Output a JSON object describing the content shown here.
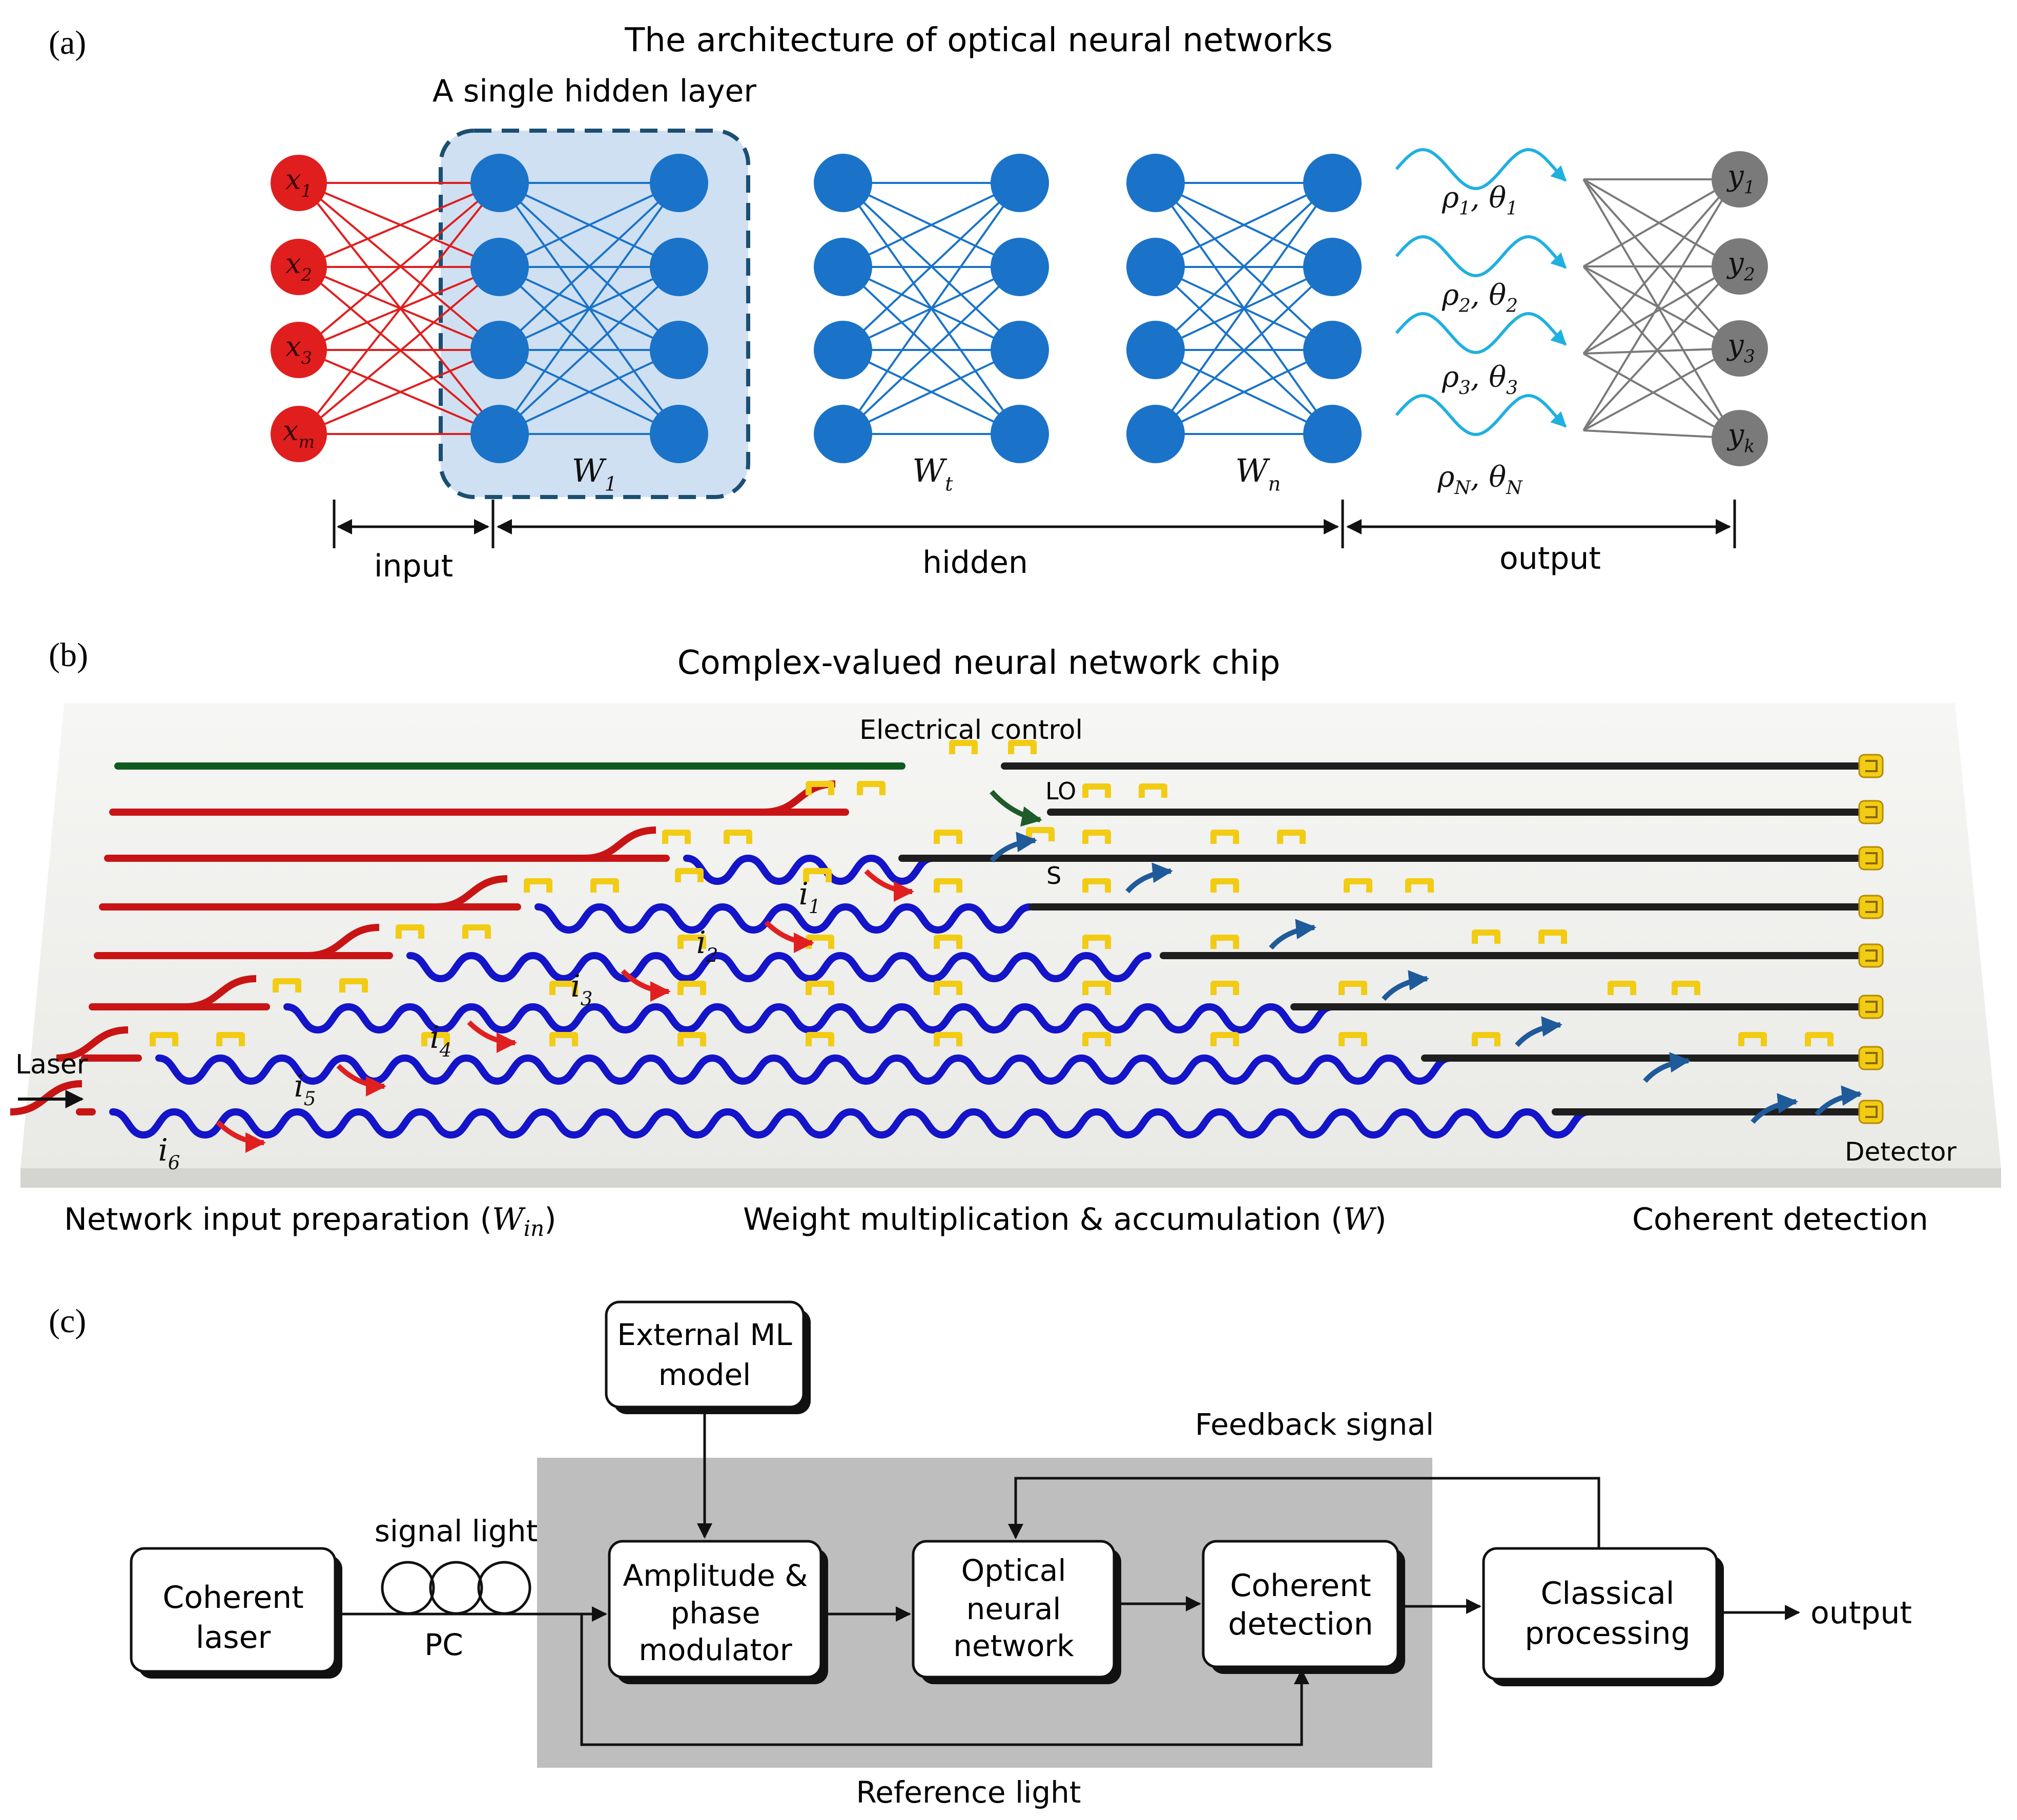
{
  "panel_a": {
    "tag": "(a)",
    "title": "The architecture of optical neural networks",
    "hidden_box_label": "A single hidden layer",
    "inputs": [
      {
        "sym": "x",
        "sub": "1"
      },
      {
        "sym": "x",
        "sub": "2"
      },
      {
        "sym": "x",
        "sub": "3"
      },
      {
        "sym": "x",
        "sub": "m"
      }
    ],
    "outputs": [
      {
        "sym": "y",
        "sub": "1"
      },
      {
        "sym": "y",
        "sub": "2"
      },
      {
        "sym": "y",
        "sub": "3"
      },
      {
        "sym": "y",
        "sub": "k"
      }
    ],
    "weights": [
      {
        "sym": "W",
        "sub": "1"
      },
      {
        "sym": "W",
        "sub": "t"
      },
      {
        "sym": "W",
        "sub": "n"
      }
    ],
    "wave_labels": [
      {
        "rho": "ρ",
        "theta": "θ",
        "sub": "1"
      },
      {
        "rho": "ρ",
        "theta": "θ",
        "sub": "2"
      },
      {
        "rho": "ρ",
        "theta": "θ",
        "sub": "3"
      },
      {
        "rho": "ρ",
        "theta": "θ",
        "sub": "N"
      }
    ],
    "spans": {
      "input": "input",
      "hidden": "hidden",
      "output": "output"
    },
    "colors": {
      "input": "#e01e1e",
      "hidden": "#1a73c8",
      "output": "#7a7a7a",
      "wave": "#1fb0e0"
    }
  },
  "panel_b": {
    "tag": "(b)",
    "title": "Complex-valued neural network chip",
    "electrical_control": "Electrical control",
    "lo": "LO",
    "s": "S",
    "laser": "Laser",
    "detector": "Detector",
    "currents": [
      {
        "sym": "i",
        "sub": "1"
      },
      {
        "sym": "i",
        "sub": "2"
      },
      {
        "sym": "i",
        "sub": "3"
      },
      {
        "sym": "i",
        "sub": "4"
      },
      {
        "sym": "i",
        "sub": "5"
      },
      {
        "sym": "i",
        "sub": "6"
      }
    ],
    "caption_left": {
      "text": "Network input preparation (",
      "sym": "W",
      "sub": "in",
      "close": ")"
    },
    "caption_mid": {
      "text": "Weight multiplication & accumulation (",
      "sym": "W",
      "close": ")"
    },
    "caption_right": "Coherent detection",
    "colors": {
      "prep": "#c81414",
      "weights": "#1414c8",
      "detection": "#1e1e1e",
      "lo": "#0f5a1e",
      "heater": "#f2cc14"
    }
  },
  "panel_c": {
    "tag": "(c)",
    "external_model": [
      "External ML",
      "model"
    ],
    "coherent_laser": [
      "Coherent",
      "laser"
    ],
    "signal_light": "signal light",
    "pc": "PC",
    "modulator": [
      "Amplitude &",
      "phase",
      "modulator"
    ],
    "onn": [
      "Optical",
      "neural",
      "network"
    ],
    "coherent_detection": [
      "Coherent",
      "detection"
    ],
    "classical": [
      "Classical",
      "processing"
    ],
    "output": "output",
    "feedback": "Feedback signal",
    "reference": "Reference light"
  }
}
